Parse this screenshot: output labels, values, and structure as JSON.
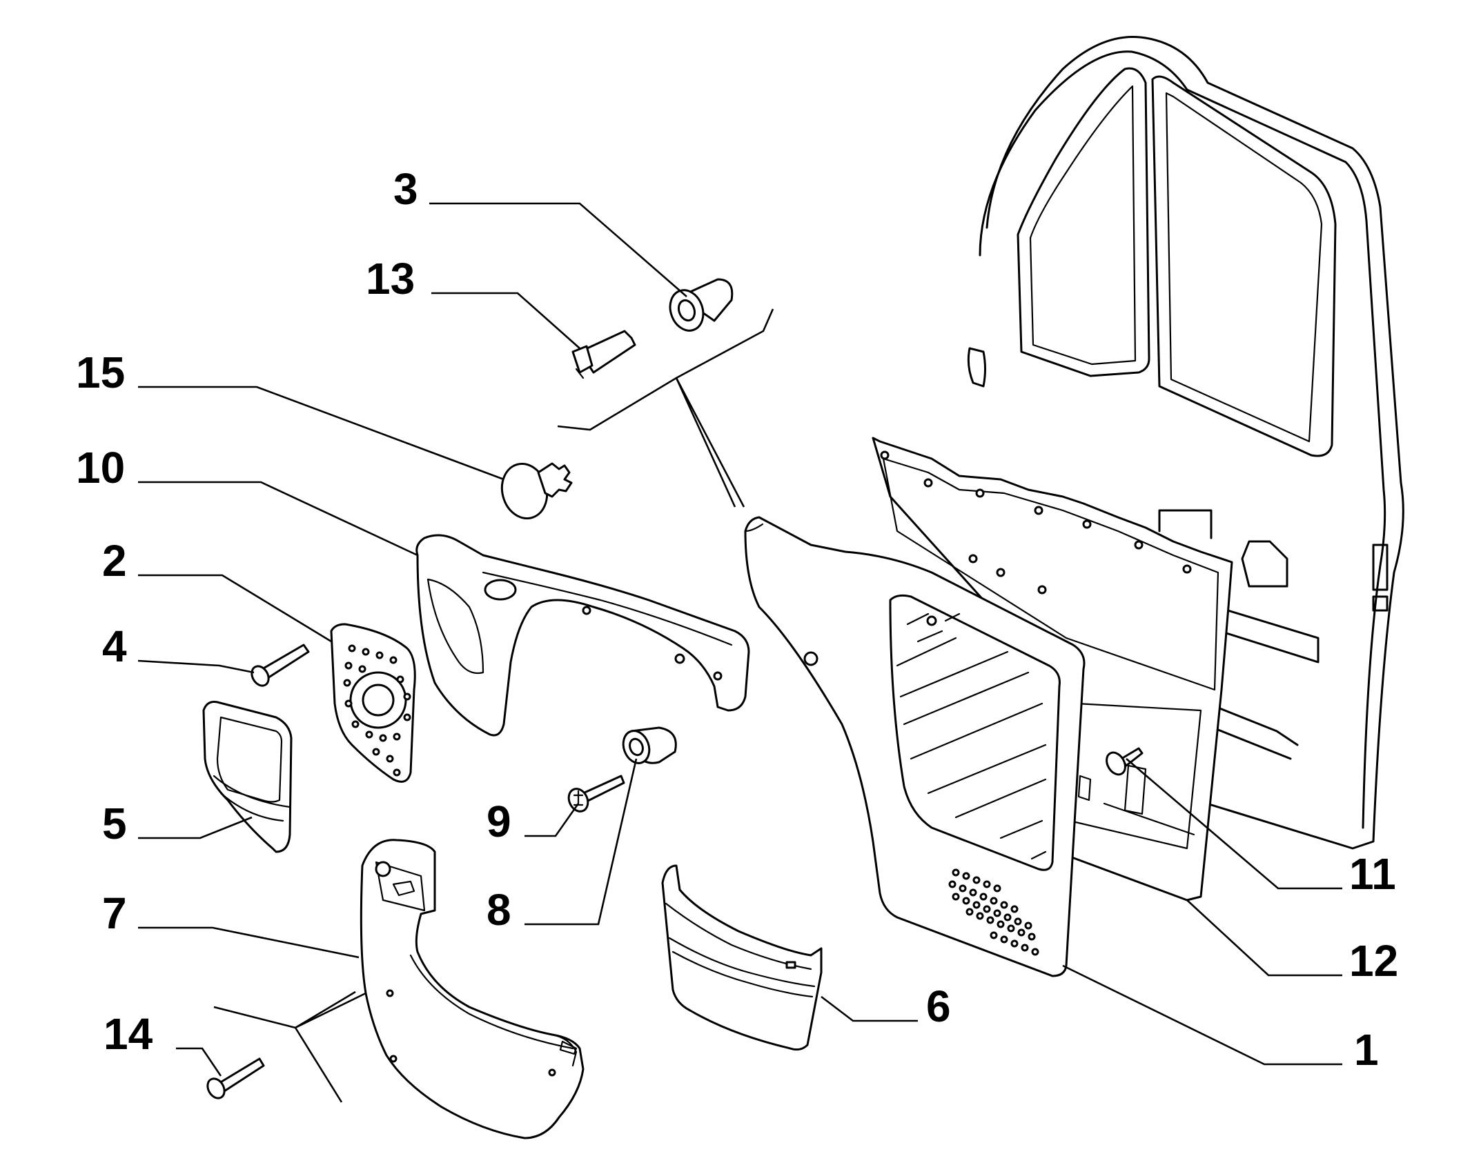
{
  "callouts": [
    {
      "id": "3",
      "label": "3"
    },
    {
      "id": "13",
      "label": "13"
    },
    {
      "id": "15",
      "label": "15"
    },
    {
      "id": "10",
      "label": "10"
    },
    {
      "id": "2",
      "label": "2"
    },
    {
      "id": "4",
      "label": "4"
    },
    {
      "id": "5",
      "label": "5"
    },
    {
      "id": "7",
      "label": "7"
    },
    {
      "id": "14",
      "label": "14"
    },
    {
      "id": "9",
      "label": "9"
    },
    {
      "id": "8",
      "label": "8"
    },
    {
      "id": "6",
      "label": "6"
    },
    {
      "id": "11",
      "label": "11"
    },
    {
      "id": "12",
      "label": "12"
    },
    {
      "id": "1",
      "label": "1"
    }
  ],
  "colors": {
    "line": "#000000",
    "background": "#ffffff"
  }
}
